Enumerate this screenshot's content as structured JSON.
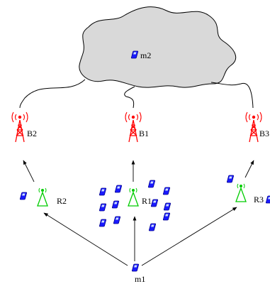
{
  "cloud": {
    "fill": "#d9d9d9",
    "stroke": "#000000"
  },
  "nodes": {
    "m2": "m2",
    "m1": "m1",
    "B1": "B1",
    "B2": "B2",
    "B3": "B3",
    "R1": "R1",
    "R2": "R2",
    "R3": "R3"
  },
  "colors": {
    "base_station": "#ff0000",
    "relay": "#00cc00",
    "mobile": "#0000ff",
    "line": "#000000"
  },
  "icons": {
    "base_station": "base-station-tower-icon",
    "relay": "relay-antenna-icon",
    "mobile": "mobile-phone-icon",
    "cloud": "cloud-icon"
  }
}
